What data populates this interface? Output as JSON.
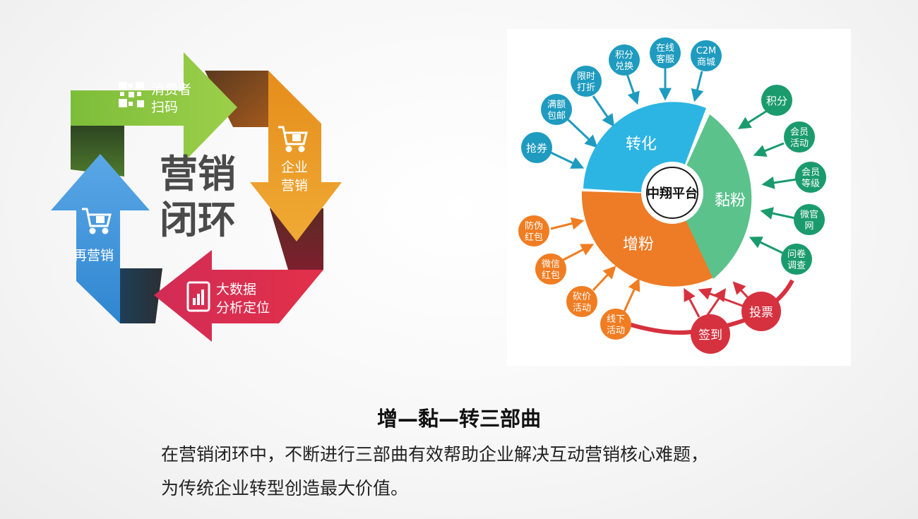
{
  "loop": {
    "title_line1": "营销",
    "title_line2": "闭环",
    "arrows": [
      {
        "line1": "消费者",
        "line2": "扫码",
        "color": "#7dbd3a",
        "icon": "qr-code-icon"
      },
      {
        "line1": "企业",
        "line2": "营销",
        "color": "#eb9b22",
        "icon": "shopping-cart-icon"
      },
      {
        "line1": "大数据",
        "line2": "分析定位",
        "color": "#e0304e",
        "icon": "tablet-chart-icon"
      },
      {
        "line1": "再营销",
        "line2": "",
        "color": "#3d8fd8",
        "icon": "shopping-cart-icon"
      }
    ]
  },
  "platform": {
    "center": "中翔平台",
    "sectors": {
      "conversion": {
        "label": "转化",
        "color": "#2cb5e3"
      },
      "sticky": {
        "label": "黏粉",
        "color": "#5bc28c"
      },
      "growth": {
        "label": "增粉",
        "color": "#ee7b25"
      }
    },
    "conversion_nodes": [
      {
        "line1": "抢券",
        "line2": ""
      },
      {
        "line1": "满额",
        "line2": "包邮"
      },
      {
        "line1": "限时",
        "line2": "打折"
      },
      {
        "line1": "积分",
        "line2": "兑换"
      },
      {
        "line1": "在线",
        "line2": "客服"
      },
      {
        "line1": "C2M",
        "line2": "商城"
      }
    ],
    "sticky_nodes": [
      {
        "line1": "积分",
        "line2": ""
      },
      {
        "line1": "会员",
        "line2": "活动"
      },
      {
        "line1": "会员",
        "line2": "等级"
      },
      {
        "line1": "微官",
        "line2": "网"
      },
      {
        "line1": "问卷",
        "line2": "调查"
      }
    ],
    "growth_nodes": [
      {
        "line1": "防伪",
        "line2": "红包"
      },
      {
        "line1": "微信",
        "line2": "红包"
      },
      {
        "line1": "砍价",
        "line2": "活动"
      },
      {
        "line1": "线下",
        "line2": "活动"
      }
    ],
    "red_nodes": [
      {
        "line1": "签到"
      },
      {
        "line1": "投票"
      }
    ],
    "colors": {
      "blue_node": "#1e9bbf",
      "green_node": "#1a9b6e",
      "orange_node": "#f07d22",
      "red_node": "#d6313f"
    }
  },
  "caption": {
    "title": "增—黏—转三部曲",
    "line1": "在营销闭环中，不断进行三部曲有效帮助企业解决互动营销核心难题，",
    "line2": "为传统企业转型创造最大价值。"
  }
}
